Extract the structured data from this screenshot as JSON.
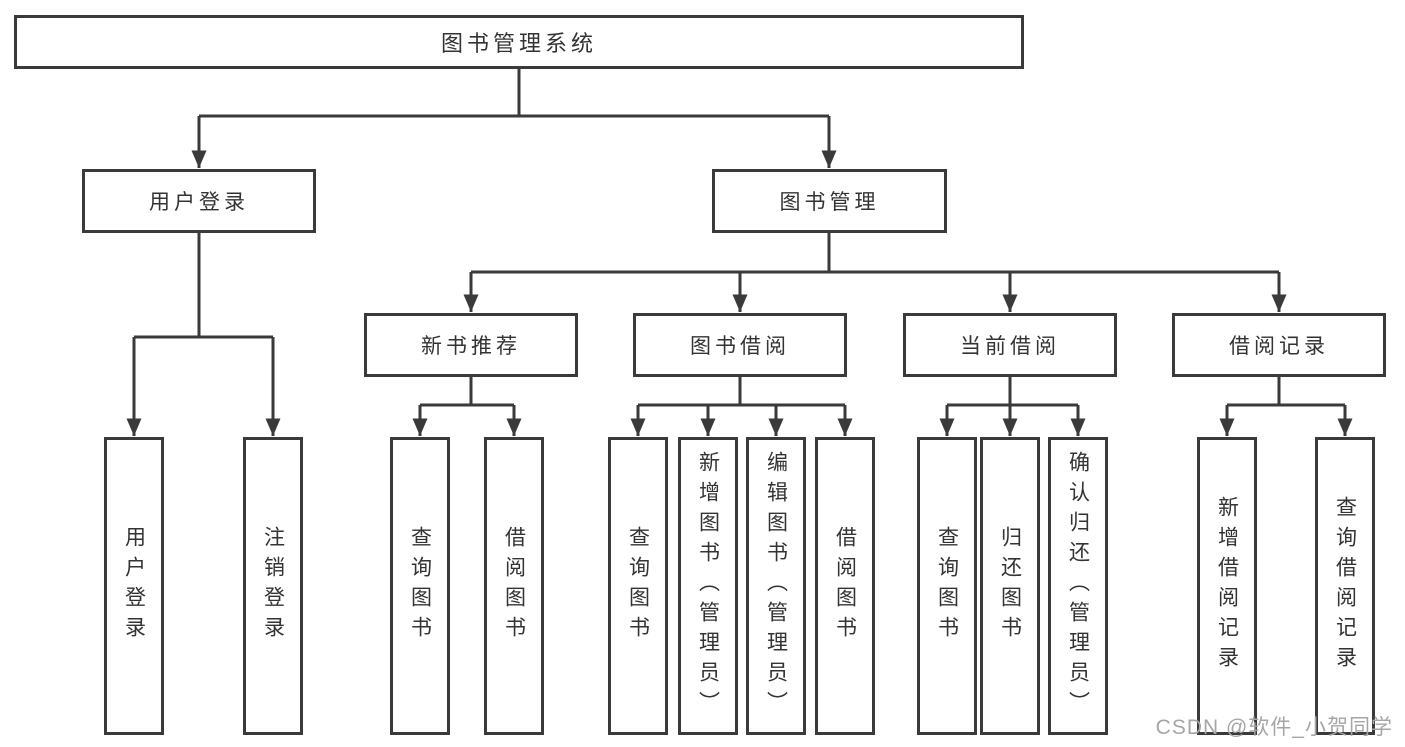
{
  "colors": {
    "line": "#3a3a3a",
    "text": "#333333",
    "watermark": "#a6a6a6",
    "background": "#ffffff"
  },
  "tree": {
    "root": {
      "label": "图书管理系统",
      "children": [
        {
          "label": "用户登录",
          "children": [
            {
              "label": "用户登录"
            },
            {
              "label": "注销登录"
            }
          ]
        },
        {
          "label": "图书管理",
          "children": [
            {
              "label": "新书推荐",
              "children": [
                {
                  "label": "查询图书"
                },
                {
                  "label": "借阅图书"
                }
              ]
            },
            {
              "label": "图书借阅",
              "children": [
                {
                  "label": "查询图书"
                },
                {
                  "label": "新增图书（管理员）"
                },
                {
                  "label": "编辑图书（管理员）"
                },
                {
                  "label": "借阅图书"
                }
              ]
            },
            {
              "label": "当前借阅",
              "children": [
                {
                  "label": "查询图书"
                },
                {
                  "label": "归还图书"
                },
                {
                  "label": "确认归还（管理员）"
                }
              ]
            },
            {
              "label": "借阅记录",
              "children": [
                {
                  "label": "新增借阅记录"
                },
                {
                  "label": "查询借阅记录"
                }
              ]
            }
          ]
        }
      ]
    }
  },
  "watermark": {
    "text": "CSDN @软件_小贺同学"
  }
}
